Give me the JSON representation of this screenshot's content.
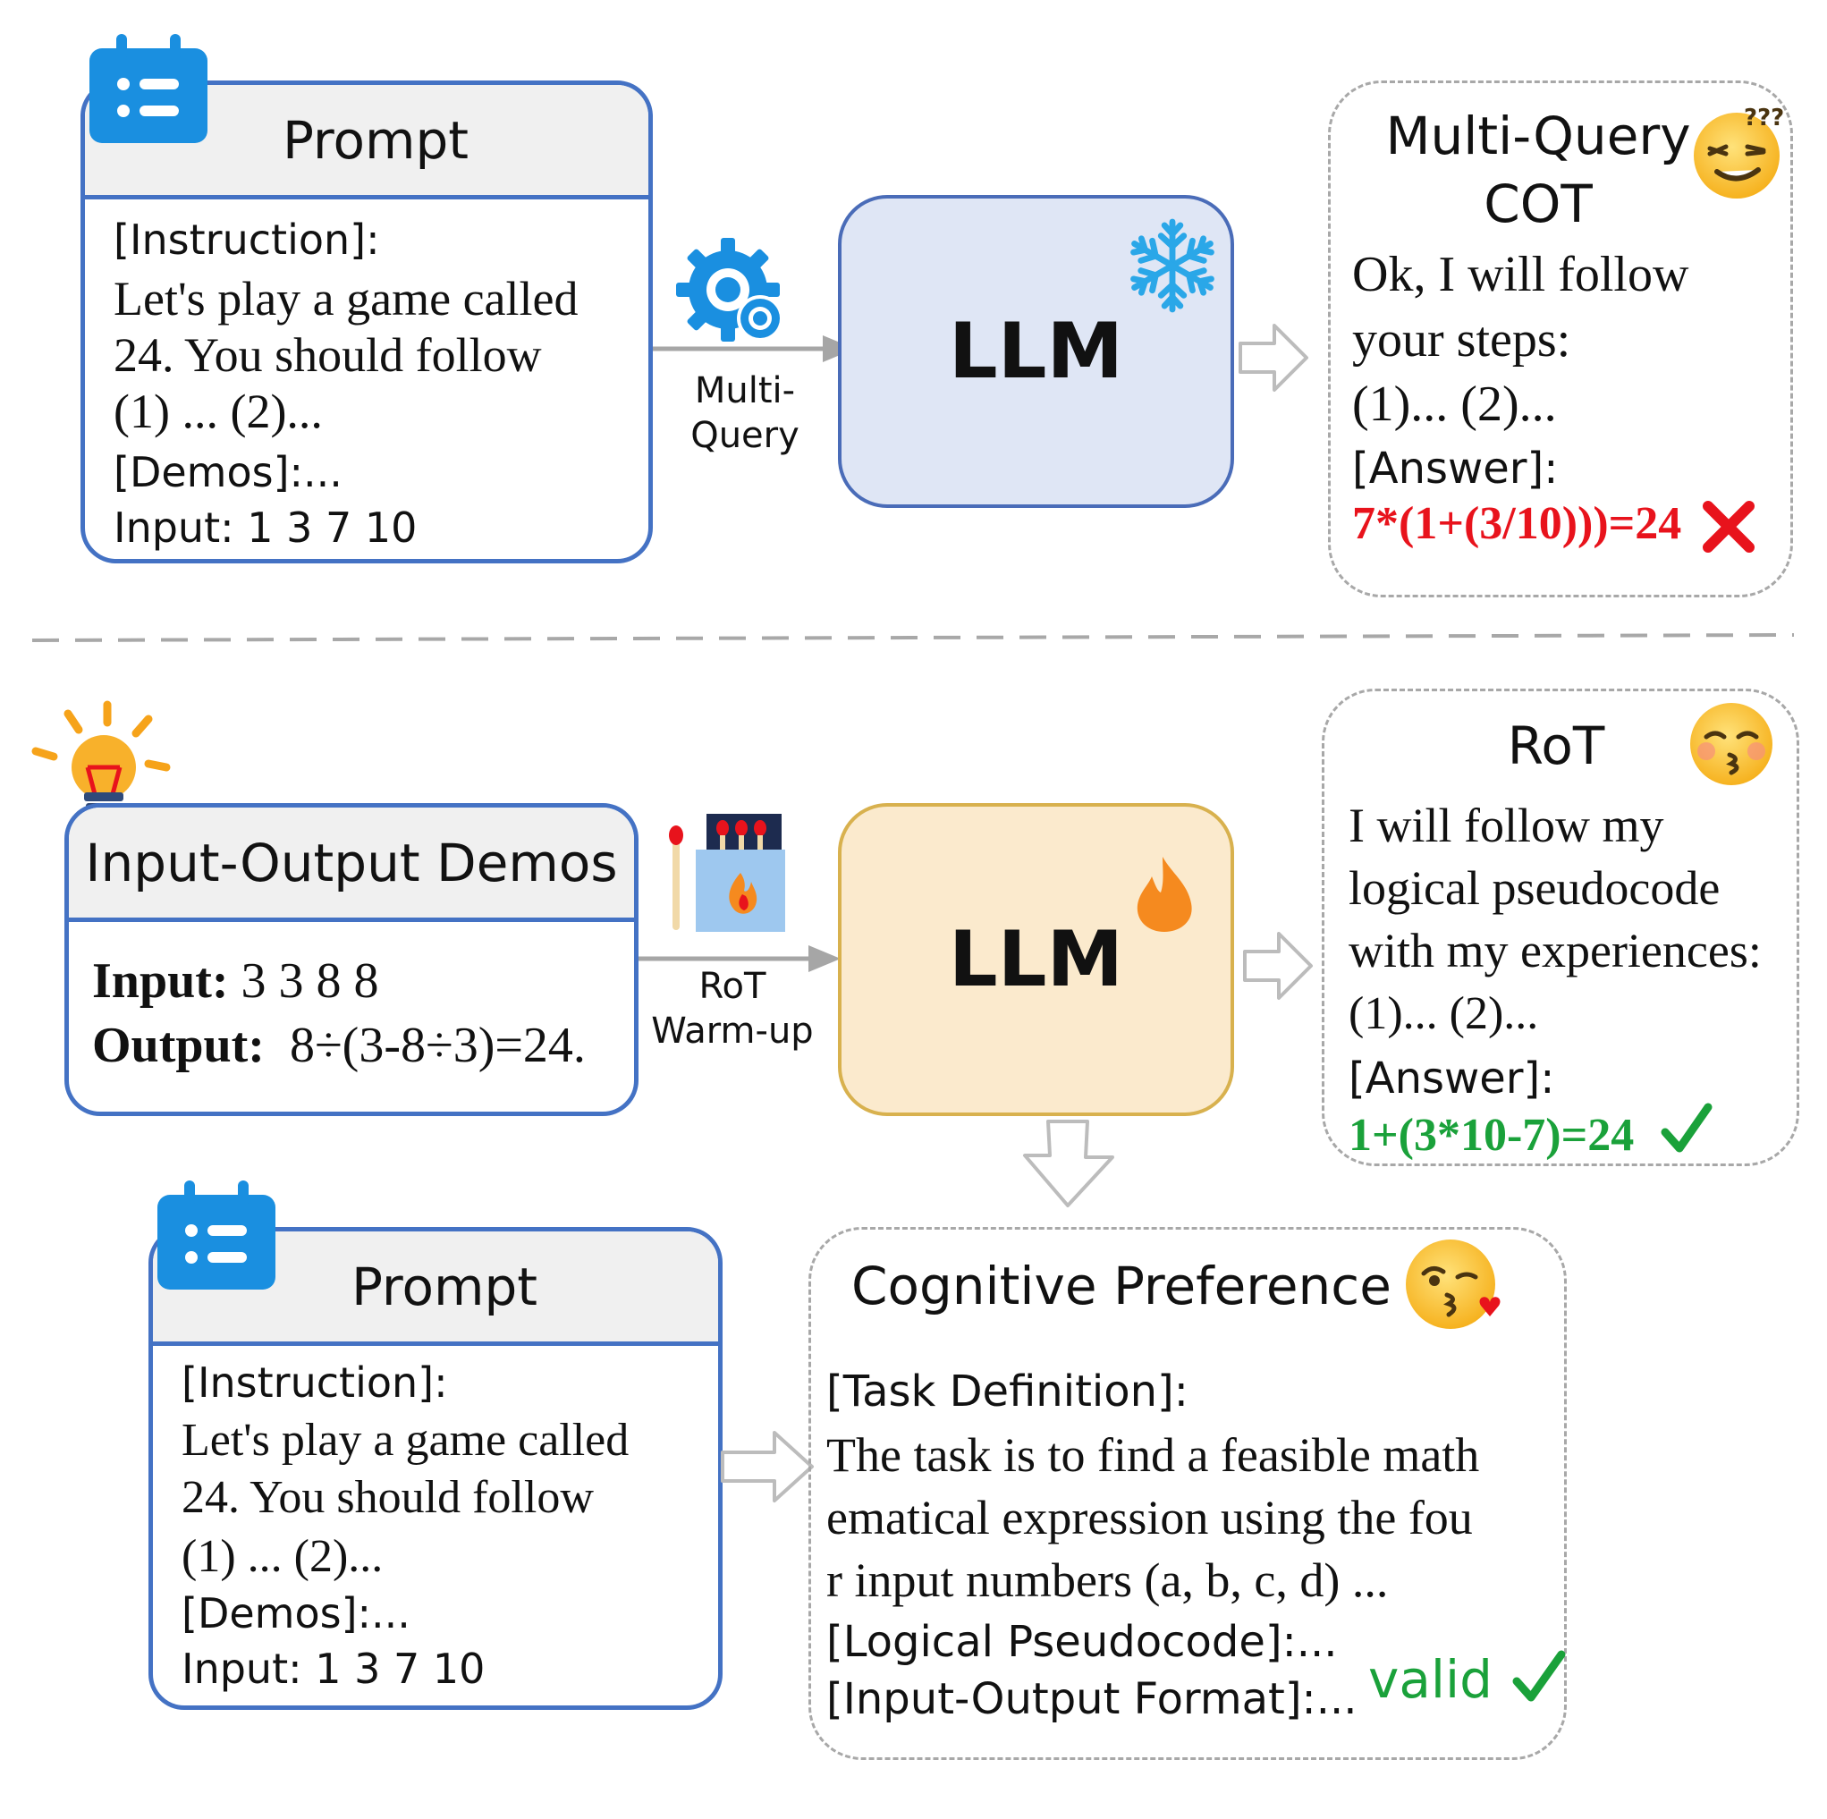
{
  "top": {
    "prompt": {
      "title": "Prompt",
      "line1": "[Instruction]:",
      "line2": "Let's play a game called",
      "line3": "24. You should follow",
      "line4": "(1) ...  (2)...",
      "line5": "[Demos]:...",
      "line6": "Input: 1 3 7 10"
    },
    "arrow_label_1": "Multi-",
    "arrow_label_2": "Query",
    "llm_label": "LLM",
    "output": {
      "title_1": "Multi-Query",
      "title_2": "COT",
      "line1": "Ok, I will follow",
      "line2": "your steps:",
      "line3": "(1)...    (2)...",
      "answer_label": "[Answer]:",
      "answer": "7*(1+(3/10)))=24"
    }
  },
  "bottom": {
    "demos": {
      "title": "Input-Output Demos",
      "input_label": "Input:",
      "input_value": "3 3 8 8",
      "output_label": "Output:",
      "output_value": "8÷(3-8÷3)=24."
    },
    "arrow_label_1": "RoT",
    "arrow_label_2": "Warm-up",
    "llm_label": "LLM",
    "output": {
      "title": "RoT",
      "line1": "I will follow my",
      "line2": "logical pseudocode",
      "line3": "with my experiences:",
      "line4": "(1)...    (2)...",
      "answer_label": "[Answer]:",
      "answer": "1+(3*10-7)=24"
    },
    "prompt": {
      "title": "Prompt",
      "line1": "[Instruction]:",
      "line2": "Let's play a game called",
      "line3": "24. You should follow",
      "line4": "(1) ...  (2)...",
      "line5": "[Demos]:...",
      "line6": "Input: 1 3 7 10"
    },
    "cognitive": {
      "title": "Cognitive Preference",
      "line1": "[Task Definition]:",
      "line2": "The task is to find a feasible math",
      "line3": "ematical expression using the fou",
      "line4": "r input numbers (a, b, c, d) ...",
      "line5": "[Logical Pseudocode]:...",
      "line6": "[Input-Output Format]:...",
      "valid": "valid"
    }
  },
  "colors": {
    "box_border": "#4472c4",
    "header_fill": "#f0f0f0",
    "llm_frozen_fill": "#dfe6f5",
    "llm_warm_fill": "#fbeacd",
    "wrong": "#e8131c",
    "correct": "#1aa13a",
    "icon_blue": "#1a8fe0"
  },
  "icons": [
    "calendar-list-icon",
    "gear-icon",
    "snowflake-icon",
    "confused-emoji-icon",
    "cross-icon",
    "lightbulb-icon",
    "matchbox-icon",
    "flame-icon",
    "smiling-emoji-icon",
    "check-icon",
    "kissing-emoji-icon"
  ]
}
